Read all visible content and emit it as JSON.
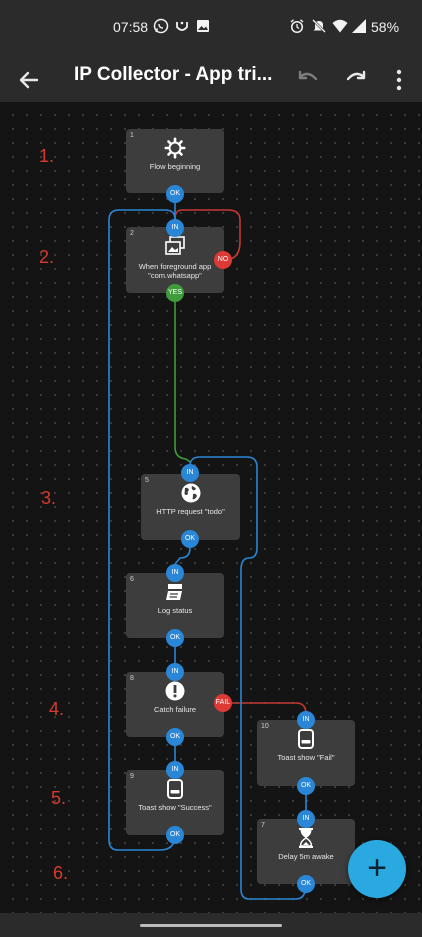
{
  "status_bar": {
    "time": "07:58",
    "battery": "58%",
    "left_icons": [
      "whatsapp-icon",
      "app-notification-icon",
      "image-icon"
    ],
    "right_icons": [
      "alarm-icon",
      "bell-off-icon",
      "wifi-icon",
      "signal-icon"
    ]
  },
  "app_bar": {
    "title": "IP Collector - App tri...",
    "back_icon": "arrow-back-icon",
    "undo_icon": "undo-icon",
    "redo_icon": "redo-icon",
    "menu_icon": "more-vert-icon"
  },
  "step_numbers": [
    "1.",
    "2.",
    "3.",
    "4.",
    "5.",
    "6."
  ],
  "blocks": [
    {
      "id": "1",
      "label": "Flow beginning",
      "icon": "gear-icon",
      "ports": [
        "OK"
      ]
    },
    {
      "id": "2",
      "label": "When foreground app \"com.whatsapp\"",
      "icon": "windows-icon",
      "ports": [
        "IN",
        "NO",
        "YES"
      ]
    },
    {
      "id": "5",
      "label": "HTTP request \"todo\"",
      "icon": "globe-icon",
      "ports": [
        "IN",
        "OK"
      ]
    },
    {
      "id": "6",
      "label": "Log status",
      "icon": "log-icon",
      "ports": [
        "IN",
        "OK"
      ]
    },
    {
      "id": "8",
      "label": "Catch failure",
      "icon": "alert-icon",
      "ports": [
        "IN",
        "OK",
        "FAIL"
      ]
    },
    {
      "id": "9",
      "label": "Toast show \"Success\"",
      "icon": "toast-icon",
      "ports": [
        "IN",
        "OK"
      ]
    },
    {
      "id": "10",
      "label": "Toast show \"Fail\"",
      "icon": "toast-icon",
      "ports": [
        "IN",
        "OK"
      ]
    },
    {
      "id": "7",
      "label": "Delay 5m awake",
      "icon": "hourglass-icon",
      "ports": [
        "IN",
        "OK"
      ]
    }
  ],
  "fab": {
    "label": "+",
    "icon": "add-icon"
  },
  "colors": {
    "background": "#141414",
    "block": "#3d3d3d",
    "port_blue": "#2a86d6",
    "port_green": "#3f9c3a",
    "port_red": "#dd3a36",
    "wire_blue": "#2a86d6",
    "wire_green": "#3f9c3a",
    "wire_red": "#c43a33",
    "step_numbers": "#d93a2f",
    "fab": "#2aa9e0"
  }
}
